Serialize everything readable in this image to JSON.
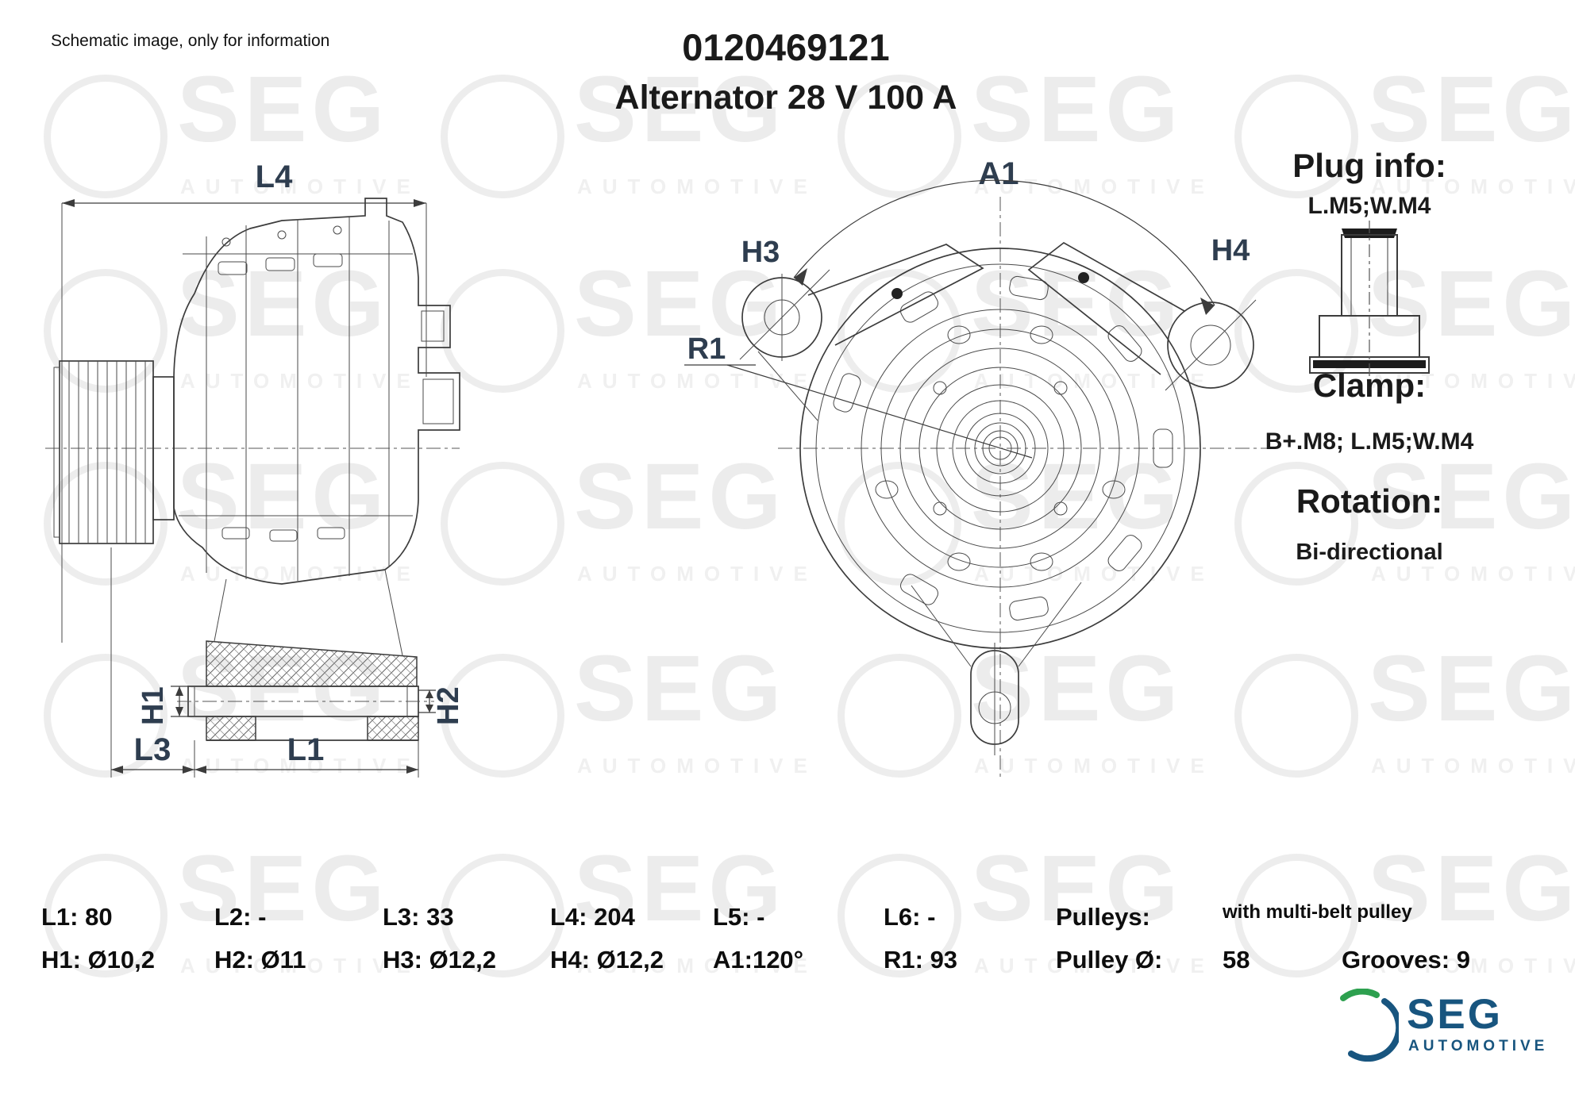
{
  "header": {
    "note": "Schematic image, only for information",
    "part_number": "0120469121",
    "product_title": "Alternator 28 V 100 A"
  },
  "side_view": {
    "labels": {
      "l4": "L4",
      "h1": "H1",
      "h2": "H2",
      "l3": "L3",
      "l1": "L1"
    }
  },
  "front_view": {
    "labels": {
      "a1": "A1",
      "h3": "H3",
      "h4": "H4",
      "r1": "R1"
    }
  },
  "plug": {
    "heading": "Plug info:",
    "value": "L.M5;W.M4"
  },
  "clamp": {
    "heading": "Clamp:",
    "value": "B+.M8; L.M5;W.M4"
  },
  "rotation": {
    "heading": "Rotation:",
    "value": "Bi-directional"
  },
  "specs": {
    "row1": [
      "L1: 80",
      "L2: -",
      "L3: 33",
      "L4: 204",
      "L5: -",
      "L6: -"
    ],
    "pulleys_label": "Pulleys:",
    "pulleys_note": "with multi-belt pulley",
    "row2": [
      "H1: Ø10,2",
      "H2: Ø11",
      "H3: Ø12,2",
      "H4: Ø12,2",
      "A1:120°",
      "R1: 93"
    ],
    "pulley_dia_label": "Pulley Ø:",
    "pulley_dia_value": "58",
    "grooves": "Grooves: 9"
  },
  "logo": {
    "name": "SEG",
    "subtext": "AUTOMOTIVE",
    "blue": "#18557f",
    "green": "#2da04f"
  },
  "watermark": {
    "text": "SEG",
    "subtext": "AUTOMOTIVE"
  }
}
